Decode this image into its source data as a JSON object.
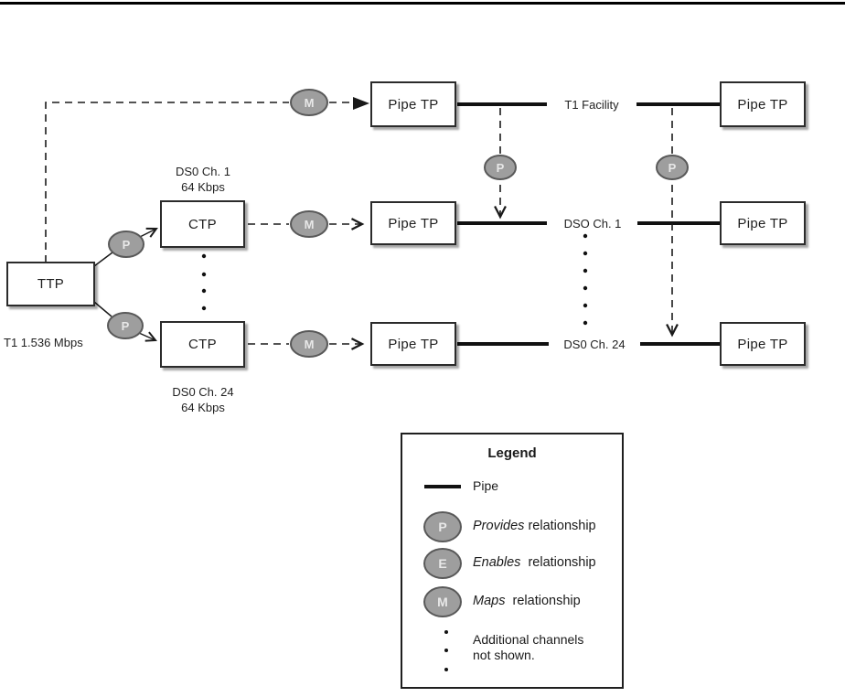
{
  "rel": {
    "p": "P",
    "e": "E",
    "m": "M"
  },
  "nodes": {
    "ttp": "TTP",
    "ctp": "CTP",
    "pipe_tp": "Pipe TP"
  },
  "labels": {
    "t1_rate": "T1 1.536 Mbps",
    "ctp1_line1": "DS0 Ch. 1",
    "ctp1_line2": "64 Kbps",
    "ctp2_line1": "DS0 Ch. 24",
    "ctp2_line2": "64 Kbps",
    "t1_facility": "T1 Facility",
    "pipe_ds0_ch1": "DSO Ch. 1",
    "pipe_ds0_ch24": "DS0 Ch. 24"
  },
  "legend": {
    "title": "Legend",
    "pipe_label": "Pipe",
    "items": [
      {
        "letter": "P",
        "term": "Provides",
        "rest": " relationship"
      },
      {
        "letter": "E",
        "term": "Enables",
        "rest": "  relationship"
      },
      {
        "letter": "M",
        "term": "Maps",
        "rest": "  relationship"
      }
    ],
    "note_line1": "Additional channels",
    "note_line2": "not shown."
  },
  "colors": {
    "line": "#1a1a1a",
    "ellipse_fill": "#9e9e9e",
    "ellipse_stroke": "#595959",
    "ellipse_letter": "#e8e8e8"
  }
}
